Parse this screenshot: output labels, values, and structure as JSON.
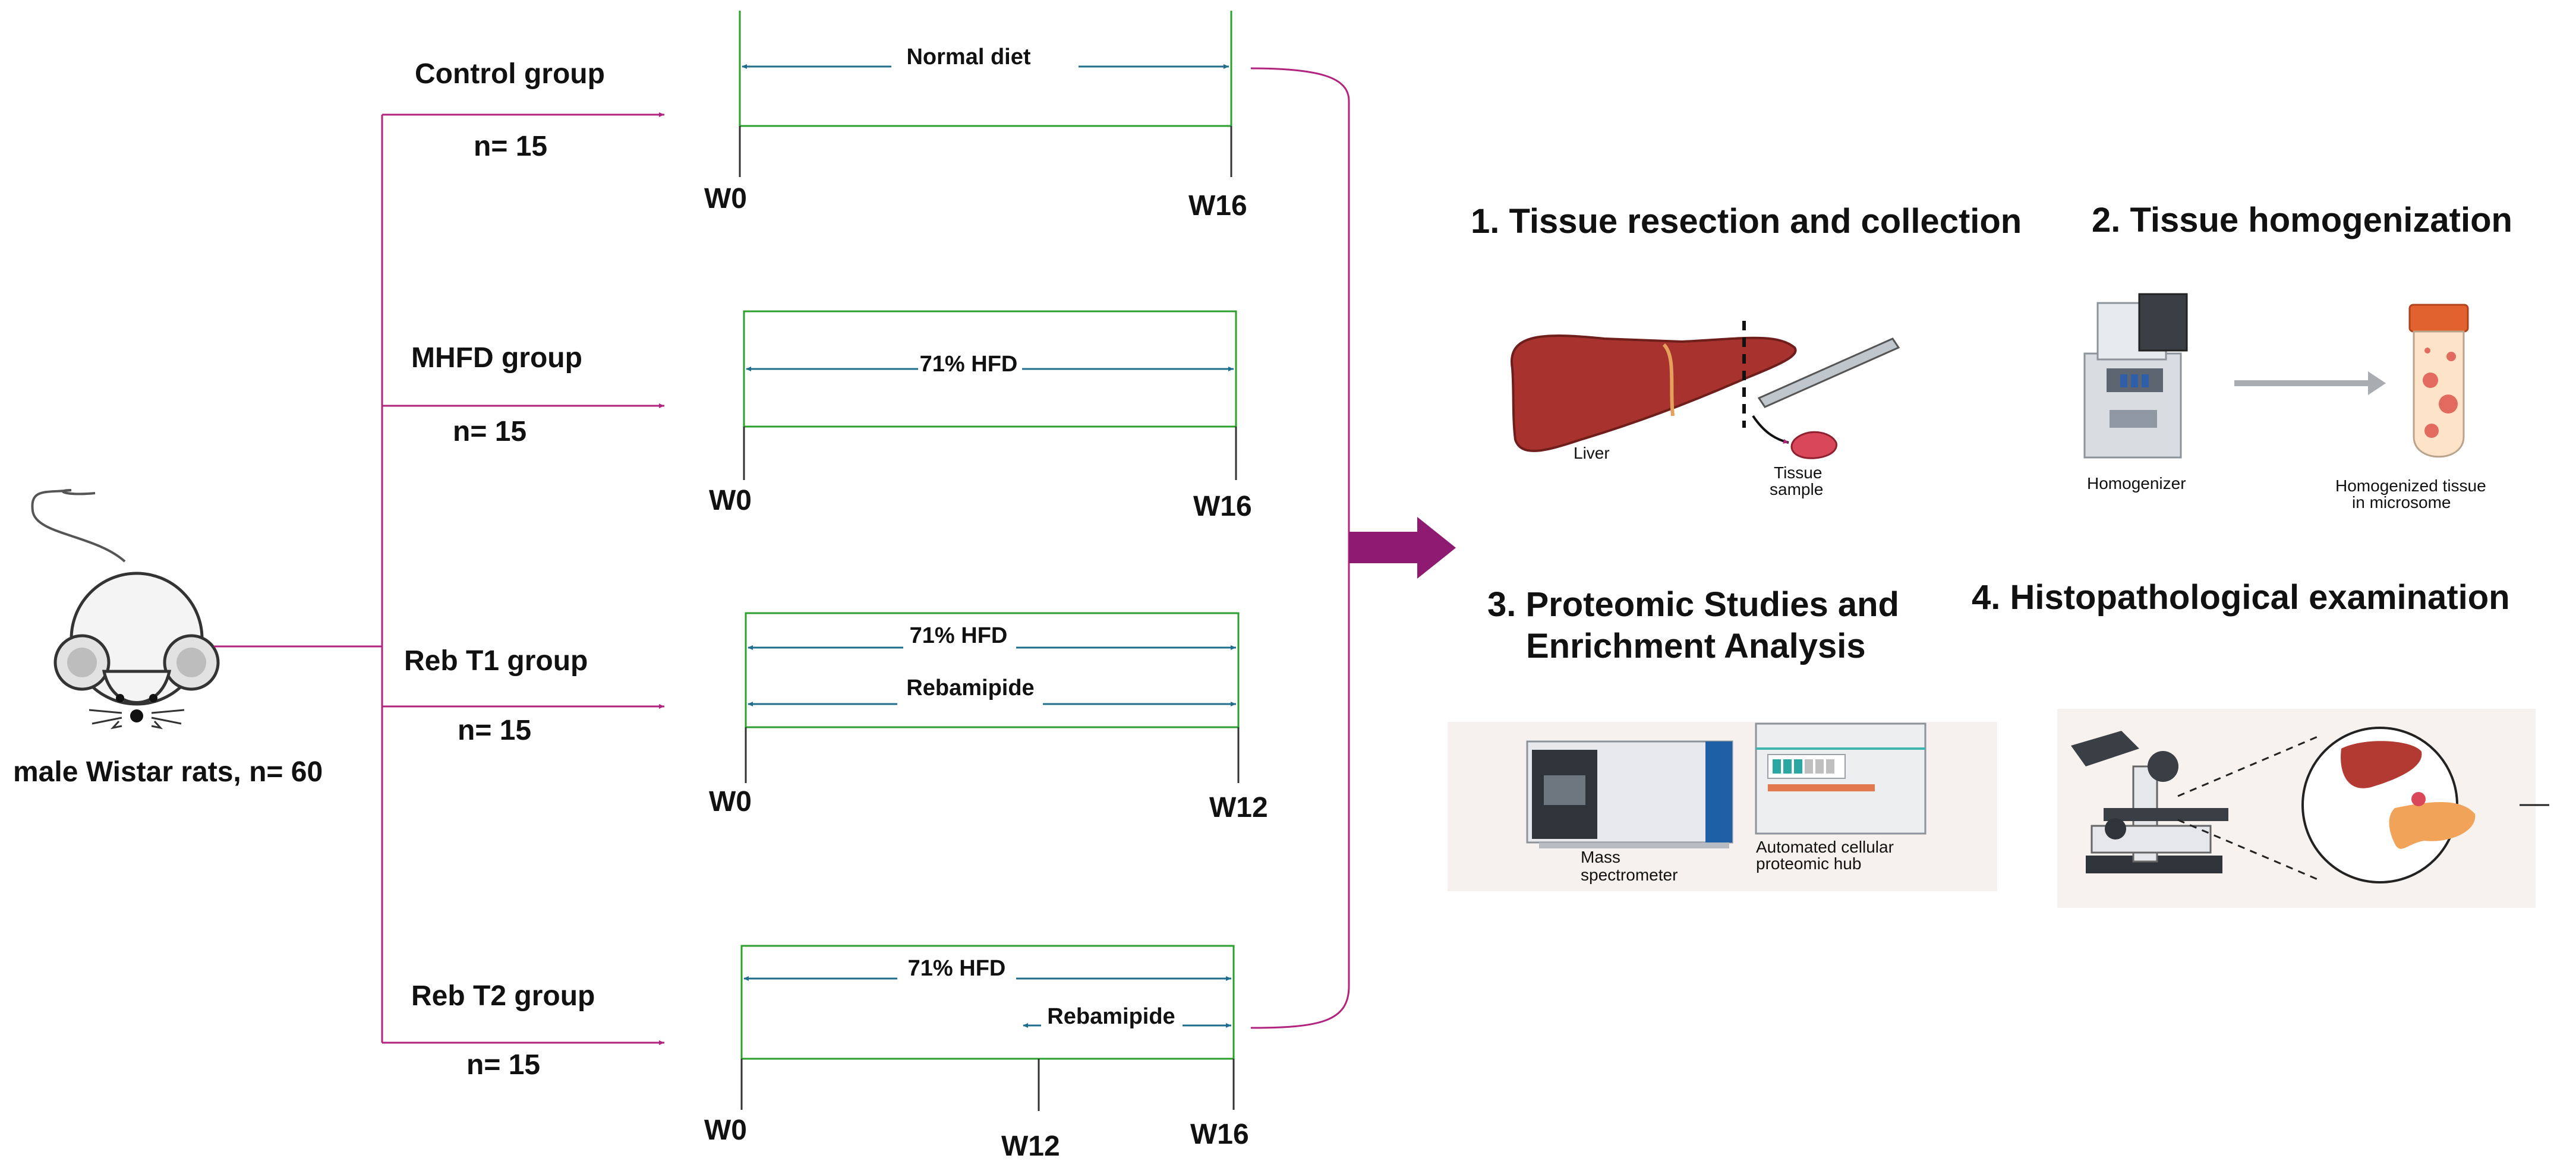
{
  "colors": {
    "branch_line": "#b2237f",
    "arrow": "#8e1a71",
    "timeline_box": "#2ca02c",
    "dimension_line": "#1f6e8c",
    "text": "#111111"
  },
  "subjects": {
    "label": "male Wistar rats, n= 60",
    "icon": "mouse-icon"
  },
  "groups": [
    {
      "name": "Control group",
      "n": "n= 15",
      "bars": [
        "Normal diet"
      ],
      "ticks": [
        "W0",
        "W16"
      ]
    },
    {
      "name": "MHFD group",
      "n": "n= 15",
      "bars": [
        "71% HFD"
      ],
      "ticks": [
        "W0",
        "W16"
      ]
    },
    {
      "name": "Reb T1 group",
      "n": "n= 15",
      "bars": [
        "71% HFD",
        "Rebamipide"
      ],
      "ticks": [
        "W0",
        "W12"
      ]
    },
    {
      "name": "Reb T2 group",
      "n": "n= 15",
      "bars": [
        "71% HFD",
        "Rebamipide"
      ],
      "ticks": [
        "W0",
        "W12",
        "W16"
      ]
    }
  ],
  "steps": [
    {
      "title": "1. Tissue resection and collection",
      "icon": "liver-resection-icon",
      "labels": [
        "Liver",
        "Tissue",
        "sample"
      ]
    },
    {
      "title": "2.  Tissue homogenization",
      "icon": "homogenizer-icon",
      "labels": [
        "Homogenizer",
        "Homogenized tissue",
        "in microsome"
      ]
    },
    {
      "title_lines": [
        "3. Proteomic  Studies and",
        "Enrichment Analysis"
      ],
      "icon": "mass-spectrometer-icon",
      "labels": [
        "Mass",
        "spectrometer",
        "Automated cellular",
        "proteomic hub"
      ]
    },
    {
      "title": "4. Histopathological examination",
      "icon": "microscope-icon",
      "labels": []
    }
  ]
}
